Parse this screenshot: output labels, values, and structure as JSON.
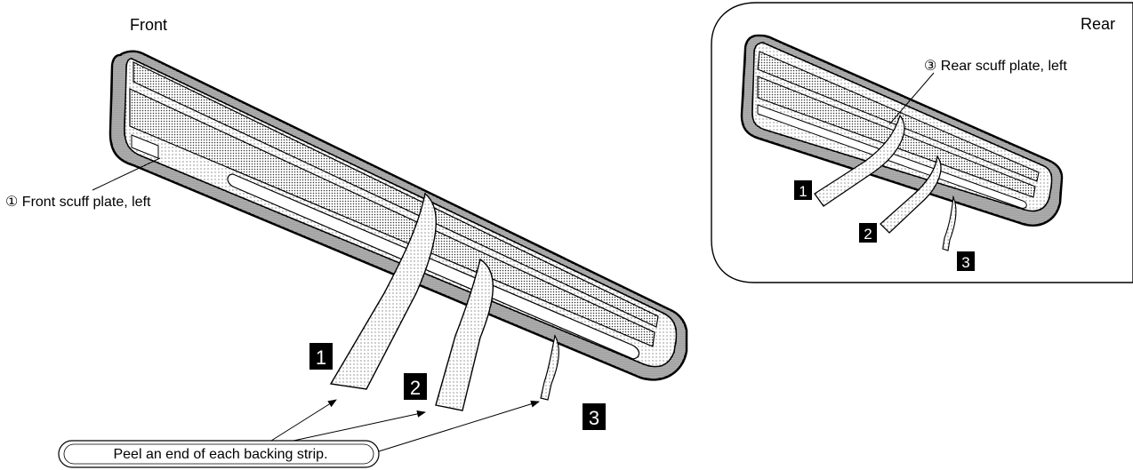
{
  "front": {
    "heading": "Front",
    "part_label": "① Front scuff plate, left"
  },
  "rear": {
    "heading": "Rear",
    "part_label": "③ Rear scuff plate, left"
  },
  "strips": {
    "front": [
      "1",
      "2",
      "3"
    ],
    "rear": [
      "1",
      "2",
      "3"
    ]
  },
  "callout": {
    "text": "Peel an end of each backing strip."
  }
}
